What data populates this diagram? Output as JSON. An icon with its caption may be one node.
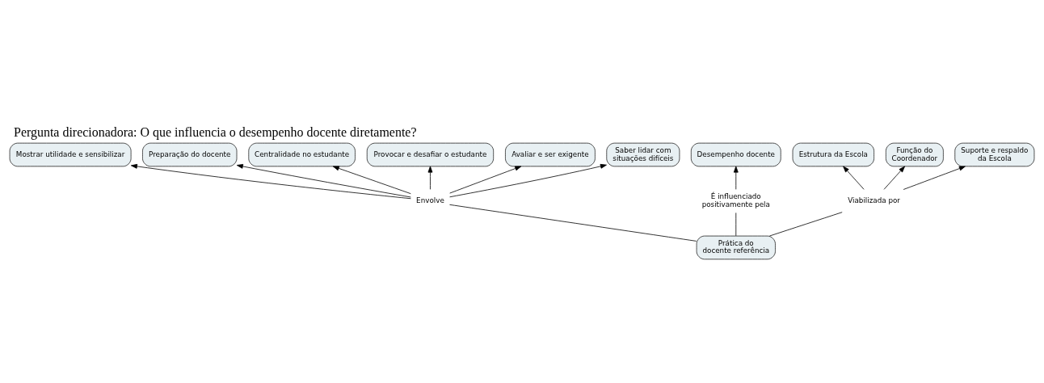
{
  "diagram": {
    "title": "Pergunta direcionadora: O que influencia o desempenho docente diretamente?",
    "nodes": [
      {
        "text": [
          "Prática do docente referência"
        ]
      },
      {
        "text": [
          "Envolve"
        ]
      },
      {
        "text": [
          "Mostrar utilidade e sensibilizar"
        ]
      },
      {
        "text": [
          "Preparação do docente"
        ]
      },
      {
        "text": [
          "Centralidade no estudante"
        ]
      },
      {
        "text": [
          "Provocar e desafiar o estudante"
        ]
      },
      {
        "text": [
          "Avaliar e ser exigente"
        ]
      },
      {
        "text": [
          "Saber lidar com situações difíceis"
        ]
      },
      {
        "text": [
          "É influenciado positivamente pela"
        ]
      },
      {
        "text": [
          "Desempenho docente"
        ]
      },
      {
        "text": [
          "Viabilizada por"
        ]
      },
      {
        "text": [
          "Estrutura da Escola"
        ]
      },
      {
        "text": [
          "Função do Coordenador"
        ]
      },
      {
        "text": [
          "Suporte e respaldo da Escola"
        ]
      }
    ],
    "edges": [
      {
        "from": 0,
        "to": 1,
        "arrow": "none"
      },
      {
        "from": 1,
        "to": 2,
        "arrow": "to"
      },
      {
        "from": 1,
        "to": 3,
        "arrow": "to"
      },
      {
        "from": 1,
        "to": 4,
        "arrow": "to"
      },
      {
        "from": 1,
        "to": 5,
        "arrow": "to"
      },
      {
        "from": 1,
        "to": 6,
        "arrow": "to"
      },
      {
        "from": 1,
        "to": 7,
        "arrow": "to"
      },
      {
        "from": 0,
        "to": 8,
        "arrow": "none"
      },
      {
        "from": 8,
        "to": 9,
        "arrow": "to"
      },
      {
        "from": 0,
        "to": 10,
        "arrow": "none"
      },
      {
        "from": 10,
        "to": 11,
        "arrow": "to"
      },
      {
        "from": 10,
        "to": 12,
        "arrow": "to"
      },
      {
        "from": 10,
        "to": 13,
        "arrow": "to"
      }
    ]
  }
}
